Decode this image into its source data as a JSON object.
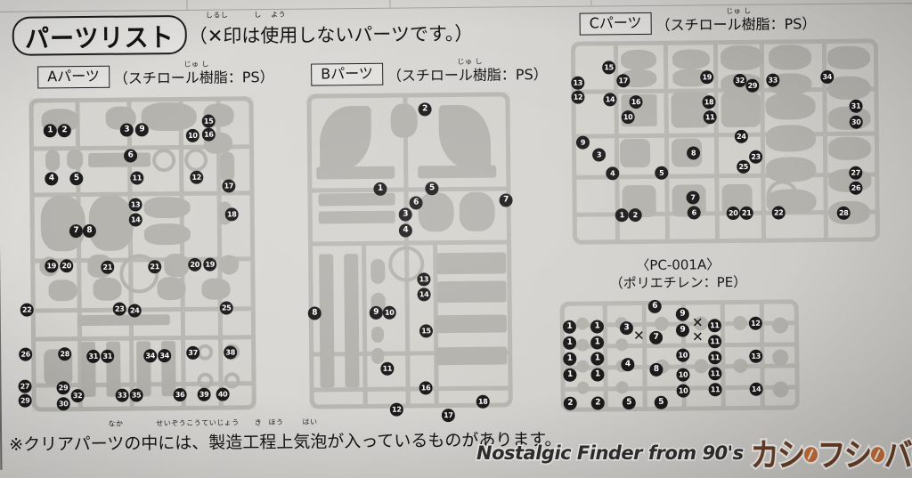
{
  "page": {
    "title": "パーツリスト",
    "title_note": "（✕印は使用しないパーツです。）",
    "title_note_furigana": [
      {
        "text": "しるし",
        "over": "印"
      },
      {
        "text": "し",
        "over": "使"
      },
      {
        "text": "よう",
        "over": "用"
      }
    ],
    "footer_note": "※クリアパーツの中には、製造工程上気泡が入っているものがあります。",
    "footer_furigana": [
      "なか",
      "せいぞうこうていじょう",
      "き",
      "ほう",
      "はい"
    ]
  },
  "sections": [
    {
      "id": "a-parts",
      "box_label": "Aパーツ",
      "material_note": "（スチロール樹脂：PS）",
      "material_furigana": "じゅ し",
      "numbers": [
        "1",
        "2",
        "3",
        "4",
        "5",
        "6",
        "7",
        "8",
        "9",
        "10",
        "11",
        "12",
        "13",
        "14",
        "15",
        "16",
        "17",
        "18",
        "19",
        "20",
        "21",
        "22",
        "23",
        "24",
        "25",
        "26",
        "27",
        "28",
        "29",
        "30",
        "31",
        "32",
        "33",
        "34",
        "35",
        "36",
        "37",
        "38",
        "39",
        "40"
      ]
    },
    {
      "id": "b-parts",
      "box_label": "Bパーツ",
      "material_note": "（スチロール樹脂：PS）",
      "material_furigana": "じゅ し",
      "numbers": [
        "1",
        "2",
        "3",
        "4",
        "5",
        "6",
        "7",
        "8",
        "9",
        "10",
        "11",
        "12",
        "13",
        "14",
        "15",
        "16",
        "17",
        "18"
      ]
    },
    {
      "id": "c-parts",
      "box_label": "Cパーツ",
      "material_note": "（スチロール樹脂：PS）",
      "material_furigana": "じゅ し",
      "numbers": [
        "1",
        "2",
        "3",
        "4",
        "5",
        "6",
        "7",
        "8",
        "9",
        "10",
        "11",
        "12",
        "13",
        "14",
        "15",
        "16",
        "17",
        "18",
        "19",
        "20",
        "21",
        "22",
        "23",
        "24",
        "25",
        "26",
        "27",
        "28",
        "29",
        "30",
        "31",
        "32",
        "33",
        "34"
      ]
    },
    {
      "id": "pc-001a",
      "heading_line1": "〈PC-001A〉",
      "heading_line2": "（ポリエチレン：PE）",
      "numbers": [
        "1",
        "1",
        "1",
        "1",
        "1",
        "1",
        "1",
        "1",
        "2",
        "2",
        "3",
        "4",
        "5",
        "5",
        "6",
        "7",
        "8",
        "9",
        "9",
        "10",
        "10",
        "10",
        "11",
        "11",
        "11",
        "11",
        "11",
        "12",
        "13",
        "14"
      ],
      "unused_marks": 3
    }
  ],
  "watermark": {
    "english": "Nostalgic Finder from 90's",
    "japanese_segments": [
      "カシ",
      "フシ",
      "バー"
    ],
    "bean_icon": "coffee-bean-icon",
    "english_color": "#2f2f2f",
    "japanese_color": "#6a4028",
    "bean_color": "#c8703a"
  },
  "colors": {
    "paper": "#d7d5d1",
    "sprue_gray": "#b9b7b2",
    "ink": "#131313",
    "background": "#cfcdc9"
  }
}
